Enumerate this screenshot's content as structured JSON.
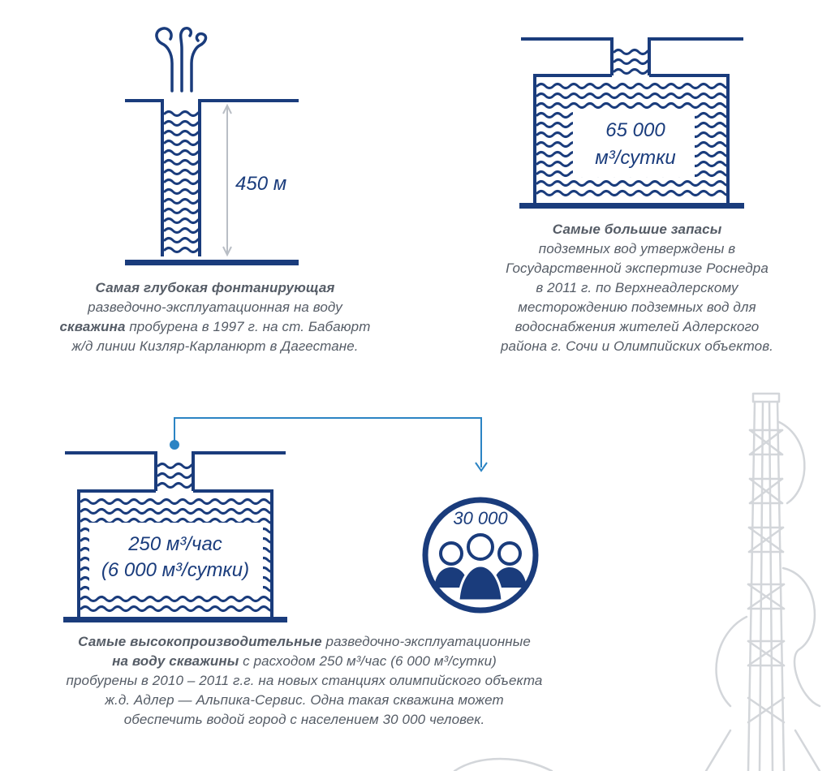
{
  "colors": {
    "dark_blue": "#1a3c7c",
    "light_blue": "#2b84c4",
    "text_gray": "#555c66",
    "arrow_gray": "#b9bec5",
    "rig_gray": "#d3d6da"
  },
  "icons": [
    "fountain-well-icon",
    "aquifer-reservoir-icon",
    "people-group-icon",
    "drilling-rig-icon"
  ],
  "well_depth": {
    "depth_label": "450 м",
    "caption_bold": "Самая глубокая фонтанирующая",
    "caption_line2": "разведочно-эксплуатационная на воду",
    "caption_bold2": "скважина",
    "caption_line3_rest": " пробурена в 1997 г. на ст. Бабаюрт",
    "caption_line4": "ж/д линии Кизляр-Карланюрт в Дагестане."
  },
  "reserves": {
    "value_line1": "65 000",
    "value_line2": "м³/сутки",
    "caption_bold": "Самые большие запасы",
    "caption_lines": [
      "подземных вод утверждены в",
      "Государственной экспертизе Роснедра",
      "в 2011 г. по Верхнеадлерскому",
      "месторождению подземных вод для",
      "водоснабжения жителей Адлерского",
      "района г. Сочи и Олимпийских объектов."
    ]
  },
  "productive": {
    "value_line1": "250 м³/час",
    "value_line2": "(6 000 м³/сутки)",
    "people_count": "30 000",
    "caption_bold1": "Самые высокопроизводительные",
    "caption_line1_rest": " разведочно-эксплуатационные",
    "caption_bold2": "на воду скважины",
    "caption_line2_rest": " с расходом 250 м³/час (6 000 м³/сутки)",
    "caption_line3": "пробурены в 2010 – 2011 г.г. на новых станциях олимпийского объекта",
    "caption_line4": "ж.д. Адлер — Альпика-Сервис. Одна такая скважина может",
    "caption_line5": "обеспечить водой город с населением 30 000 человек."
  }
}
